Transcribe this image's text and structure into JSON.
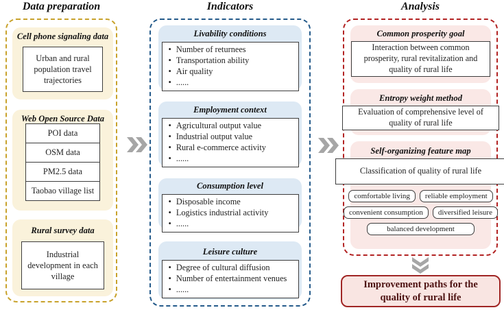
{
  "figure": {
    "columns": [
      {
        "title": "Data preparation",
        "sections": [
          {
            "header": "Cell phone signaling data",
            "boxes": [
              "Urban and rural population travel trajectories"
            ]
          },
          {
            "header": "Web Open Source Data",
            "boxes": [
              "POI data",
              "OSM data",
              "PM2.5 data",
              "Taobao village list"
            ]
          },
          {
            "header": "Rural survey data",
            "boxes": [
              "Industrial development in each village"
            ]
          }
        ]
      },
      {
        "title": "Indicators",
        "sections": [
          {
            "header": "Livability conditions",
            "bullets": [
              "Number of returnees",
              "Transportation ability",
              "Air quality",
              "......"
            ]
          },
          {
            "header": "Employment context",
            "bullets": [
              "Agricultural output value",
              "Industrial output value",
              "Rural e-commerce activity",
              "......"
            ]
          },
          {
            "header": "Consumption level",
            "bullets": [
              "Disposable income",
              "Logistics industrial activity",
              "......"
            ]
          },
          {
            "header": "Leisure culture",
            "bullets": [
              "Degree of cultural diffusion",
              "Number of entertainment venues",
              "......"
            ]
          }
        ]
      },
      {
        "title": "Analysis",
        "sections": [
          {
            "header": "Common prosperity goal",
            "boxes": [
              "Interaction between common prosperity, rural revitalization and quality of rural life"
            ]
          },
          {
            "header": "Entropy weight method",
            "boxes": [
              "Evaluation of comprehensive level of quality of rural life"
            ]
          },
          {
            "header": "Self-organizing feature map",
            "boxes": [
              "Classification of quality of rural life"
            ],
            "pills": [
              "comfortable living",
              "reliable employment",
              "convenient consumption",
              "diversified leisure",
              "balanced development"
            ]
          }
        ]
      }
    ],
    "footer": "Improvement paths for the quality of rural life",
    "icons": {
      "between_columns": "double-chevron-right",
      "before_footer": "double-chevron-down"
    },
    "colors": {
      "data_border": "#c8a22b",
      "data_fill": "#faf2db",
      "indicator_border": "#245a8a",
      "indicator_fill": "#dde9f4",
      "analysis_border": "#b22222",
      "analysis_fill": "#fae8e6",
      "footer_fill": "#f9e5e2",
      "footer_border": "#a02524",
      "footer_text": "#4d1212",
      "chevron": "#a6a6a6",
      "inner_box_border": "#3d3d3d"
    }
  }
}
